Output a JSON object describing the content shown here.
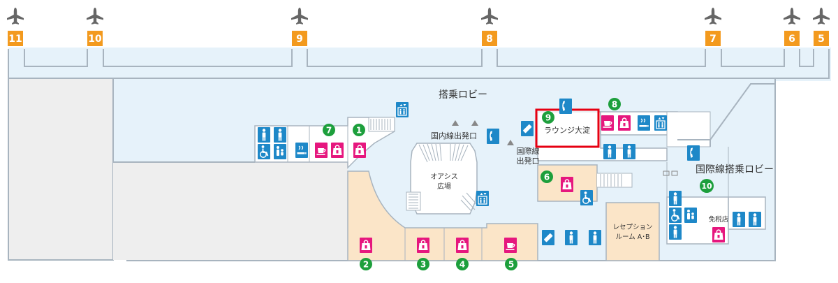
{
  "colors": {
    "lobby": "#e6f2fa",
    "wall": "#a8b4bf",
    "shop": "#fbe5c8",
    "service": "#edeeef",
    "gate": "#f39a1e",
    "pink": "#e6177e",
    "blue": "#1e88c8",
    "green": "#1d9f3c",
    "highlight": "#e60012",
    "plane": "#666666"
  },
  "gates": [
    "11",
    "10",
    "9",
    "8",
    "7",
    "6",
    "5"
  ],
  "areas": {
    "boarding_lobby": "搭乗ロビー",
    "intl_boarding_lobby": "国際線搭乗ロビー",
    "oasis_line1": "オアシス",
    "oasis_line2": "広場",
    "domestic_exit": "国内線出発口",
    "intl_exit_line1": "国際線",
    "intl_exit_line2": "出発口",
    "reception_line1": "レセプション",
    "reception_line2": "ルーム A･B",
    "duty_free": "免税店",
    "lounge": "ラウンジ大淀"
  },
  "markers": [
    "1",
    "2",
    "3",
    "4",
    "5",
    "6",
    "7",
    "8",
    "9",
    "10"
  ],
  "icons": {
    "toilet": "toilet-icon",
    "wheelchair": "wheelchair-icon",
    "baby": "baby-care-icon",
    "smoking": "smoking-area-icon",
    "cafe": "cafe-icon",
    "shop": "shop-icon",
    "elevator": "elevator-icon",
    "phone": "telephone-icon",
    "info": "information-icon"
  }
}
